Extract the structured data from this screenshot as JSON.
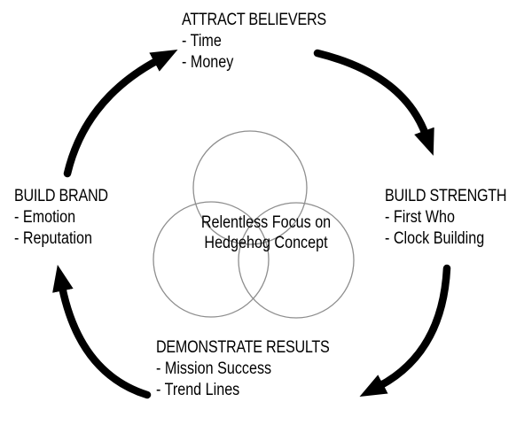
{
  "colors": {
    "background": "#ffffff",
    "text": "#000000",
    "arrow": "#000000",
    "circle_stroke": "#8e8e8e"
  },
  "center": {
    "line1": "Relentless Focus on",
    "line2": "Hedgehog Concept"
  },
  "nodes": [
    {
      "position": "top",
      "title": "ATTRACT BELIEVERS",
      "items": [
        "- Time",
        "- Money"
      ]
    },
    {
      "position": "right",
      "title": "BUILD STRENGTH",
      "items": [
        "- First Who",
        "- Clock Building"
      ]
    },
    {
      "position": "bottom",
      "title": "DEMONSTRATE RESULTS",
      "items": [
        "- Mission Success",
        "- Trend Lines"
      ]
    },
    {
      "position": "left",
      "title": "BUILD BRAND",
      "items": [
        "- Emotion",
        "- Reputation"
      ]
    }
  ],
  "cycle": {
    "direction": "clockwise",
    "arrows": [
      {
        "from": "BUILD BRAND",
        "to": "ATTRACT BELIEVERS"
      },
      {
        "from": "ATTRACT BELIEVERS",
        "to": "BUILD STRENGTH"
      },
      {
        "from": "BUILD STRENGTH",
        "to": "DEMONSTRATE RESULTS"
      },
      {
        "from": "DEMONSTRATE RESULTS",
        "to": "BUILD BRAND"
      }
    ]
  }
}
